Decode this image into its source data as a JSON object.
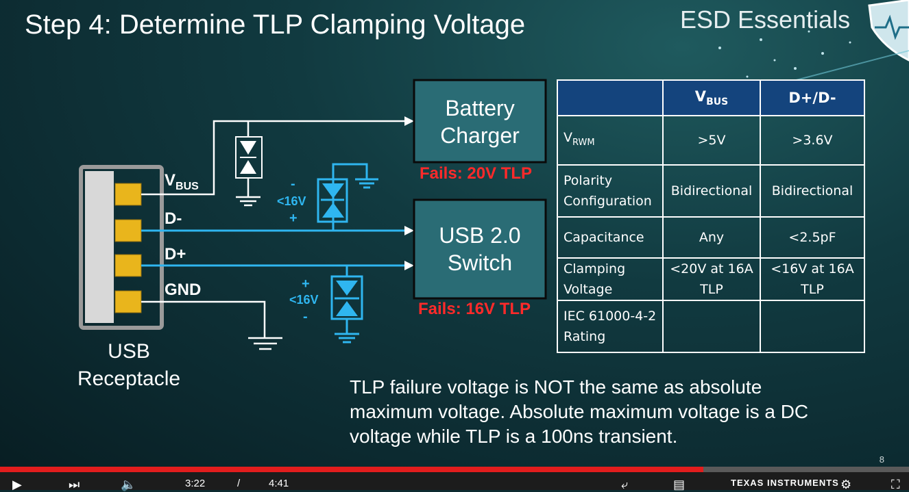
{
  "slide": {
    "title": "Step 4: Determine TLP Clamping Voltage",
    "brand": "ESD Essentials",
    "slide_number": "8"
  },
  "diagram": {
    "usb_label_line1": "USB",
    "usb_label_line2": "Receptacle",
    "pin_vbus": "V",
    "pin_vbus_sub": "BUS",
    "pin_dminus": "D-",
    "pin_dplus": "D+",
    "pin_gnd": "GND",
    "battery_line1": "Battery",
    "battery_line2": "Charger",
    "battery_fail": "Fails: 20V TLP",
    "switch_line1": "USB 2.0",
    "switch_line2": "Switch",
    "switch_fail": "Fails: 16V TLP",
    "tvs1_minus": "-",
    "tvs1_voltage": "<16V",
    "tvs1_plus": "+",
    "tvs2_plus": "+",
    "tvs2_voltage": "<16V",
    "tvs2_minus": "-"
  },
  "table": {
    "header": {
      "col1": "",
      "col2_main": "V",
      "col2_sub": "BUS",
      "col3": "D+/D-"
    },
    "rows": [
      {
        "label_main": "V",
        "label_sub": "RWM",
        "vbus": ">5V",
        "data": ">3.6V"
      },
      {
        "label_line1": "Polarity",
        "label_line2": "Configuration",
        "vbus": "Bidirectional",
        "data": "Bidirectional"
      },
      {
        "label_line1": "Capacitance",
        "vbus": "Any",
        "data": "<2.5pF"
      },
      {
        "label_line1": "Clamping",
        "label_line2": "Voltage",
        "vbus_line1": "<20V at 16A",
        "vbus_line2": "TLP",
        "data_line1": "<16V at 16A",
        "data_line2": "TLP"
      },
      {
        "label_line1": "IEC 61000-4-2",
        "label_line2": "Rating",
        "vbus": "",
        "data": ""
      }
    ]
  },
  "note": "TLP failure voltage is NOT the same as absolute maximum voltage. Absolute maximum voltage is a DC voltage while TLP is a 100ns transient.",
  "player": {
    "progress_fraction": 0.774,
    "current_time": "3:22",
    "separator": "/",
    "duration": "4:41",
    "sponsor": "TEXAS INSTRUMENTS"
  },
  "colors": {
    "accent_blue": "#2fb6f0",
    "fail_red": "#ff2a2a",
    "header_blue": "#14447d",
    "box_teal": "#2a6c75",
    "progress_red": "#e21d1d"
  }
}
